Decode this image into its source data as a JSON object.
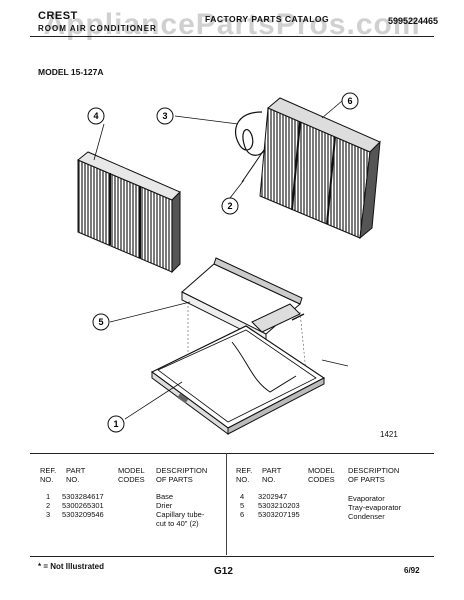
{
  "header": {
    "brand": "CREST",
    "sub_brand": "ROOM AIR CONDITIONER",
    "catalog_title": "FACTORY PARTS CATALOG",
    "catalog_number": "5995224465",
    "watermark": "AppliancePartsPros.com"
  },
  "model": "MODEL 15-127A",
  "diagram": {
    "callouts": [
      "1",
      "2",
      "3",
      "4",
      "5",
      "6"
    ],
    "figure_number": "1421"
  },
  "table": {
    "headers": [
      {
        "line1": "REF.",
        "line2": "NO."
      },
      {
        "line1": "PART",
        "line2": "NO."
      },
      {
        "line1": "MODEL",
        "line2": "CODES"
      },
      {
        "line1": "DESCRIPTION",
        "line2": "OF PARTS"
      }
    ],
    "left_rows": [
      {
        "ref": "1",
        "part": "5303284617",
        "codes": "",
        "desc": [
          "Base"
        ]
      },
      {
        "ref": "2",
        "part": "5300265301",
        "codes": "",
        "desc": [
          "Drier"
        ]
      },
      {
        "ref": "3",
        "part": "5303209546",
        "codes": "",
        "desc": [
          "Capillary tube-",
          "cut to 40\" (2)"
        ]
      }
    ],
    "right_rows": [
      {
        "ref": "4",
        "part": "3202947",
        "codes": "",
        "desc": [
          "Evaporator"
        ]
      },
      {
        "ref": "5",
        "part": "5303210203",
        "codes": "",
        "desc": [
          "Tray-evaporator"
        ]
      },
      {
        "ref": "6",
        "part": "5303207195",
        "codes": "",
        "desc": [
          "Condenser"
        ]
      }
    ]
  },
  "footer": {
    "footnote": "* = Not Illustrated",
    "page": "G12",
    "date": "6/92"
  }
}
